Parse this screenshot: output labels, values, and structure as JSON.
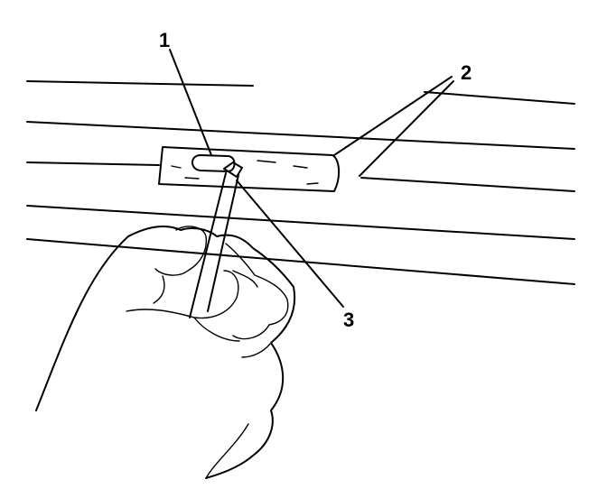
{
  "figure": {
    "callouts": {
      "c1": "1",
      "c2": "2",
      "c3": "3"
    }
  }
}
